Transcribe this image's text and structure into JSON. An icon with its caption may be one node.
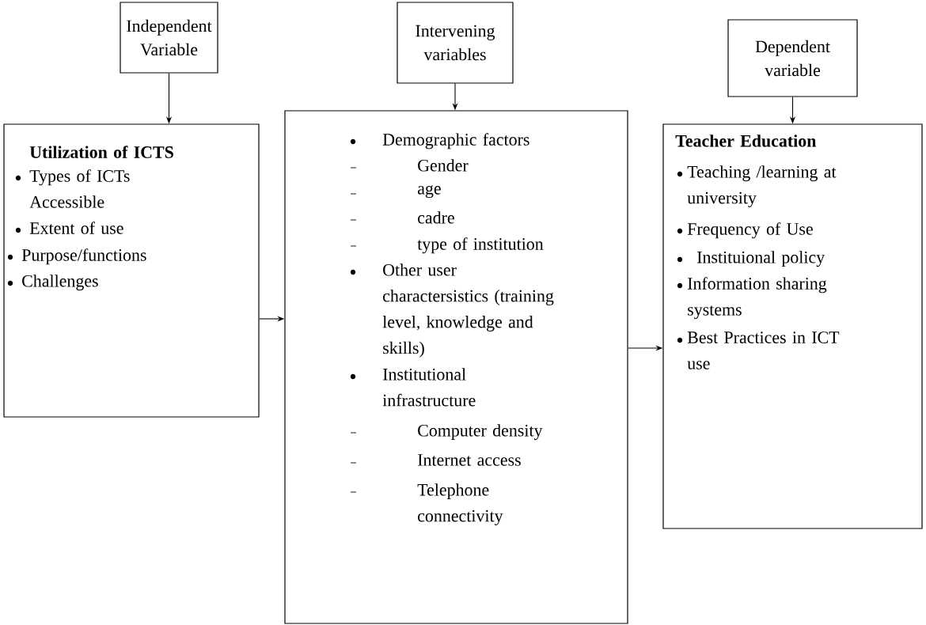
{
  "diagram": {
    "nodes": [
      {
        "text": [
          "Independent Variable"
        ]
      },
      {
        "text": [
          "Intervening variables"
        ]
      },
      {
        "text": [
          "Dependent variable"
        ]
      },
      {
        "text": [
          "Utilization of ICTS",
          "Types of ICTs Accessible",
          "Extent of use",
          "Purpose/functions",
          "Challenges"
        ]
      },
      {
        "text": [
          "Demographic factors",
          "Gender",
          "age",
          "cadre",
          "type of institution",
          "Other user charactersistics (training level, knowledge and skills)",
          "Institutional infrastructure",
          "Computer density",
          "Internet access",
          "Telephone connectivity"
        ]
      },
      {
        "text": [
          "Teacher Education",
          "Teaching /learning at university",
          "Frequency of Use",
          "Instituional policy",
          "Information sharing systems",
          "Best Practices in ICT use"
        ]
      }
    ],
    "edges": [
      {
        "from": 0,
        "to": 3,
        "arrow": "to"
      },
      {
        "from": 1,
        "to": 4,
        "arrow": "to"
      },
      {
        "from": 2,
        "to": 5,
        "arrow": "to"
      },
      {
        "from": 3,
        "to": 4,
        "arrow": "to"
      },
      {
        "from": 4,
        "to": 5,
        "arrow": "to"
      }
    ]
  }
}
